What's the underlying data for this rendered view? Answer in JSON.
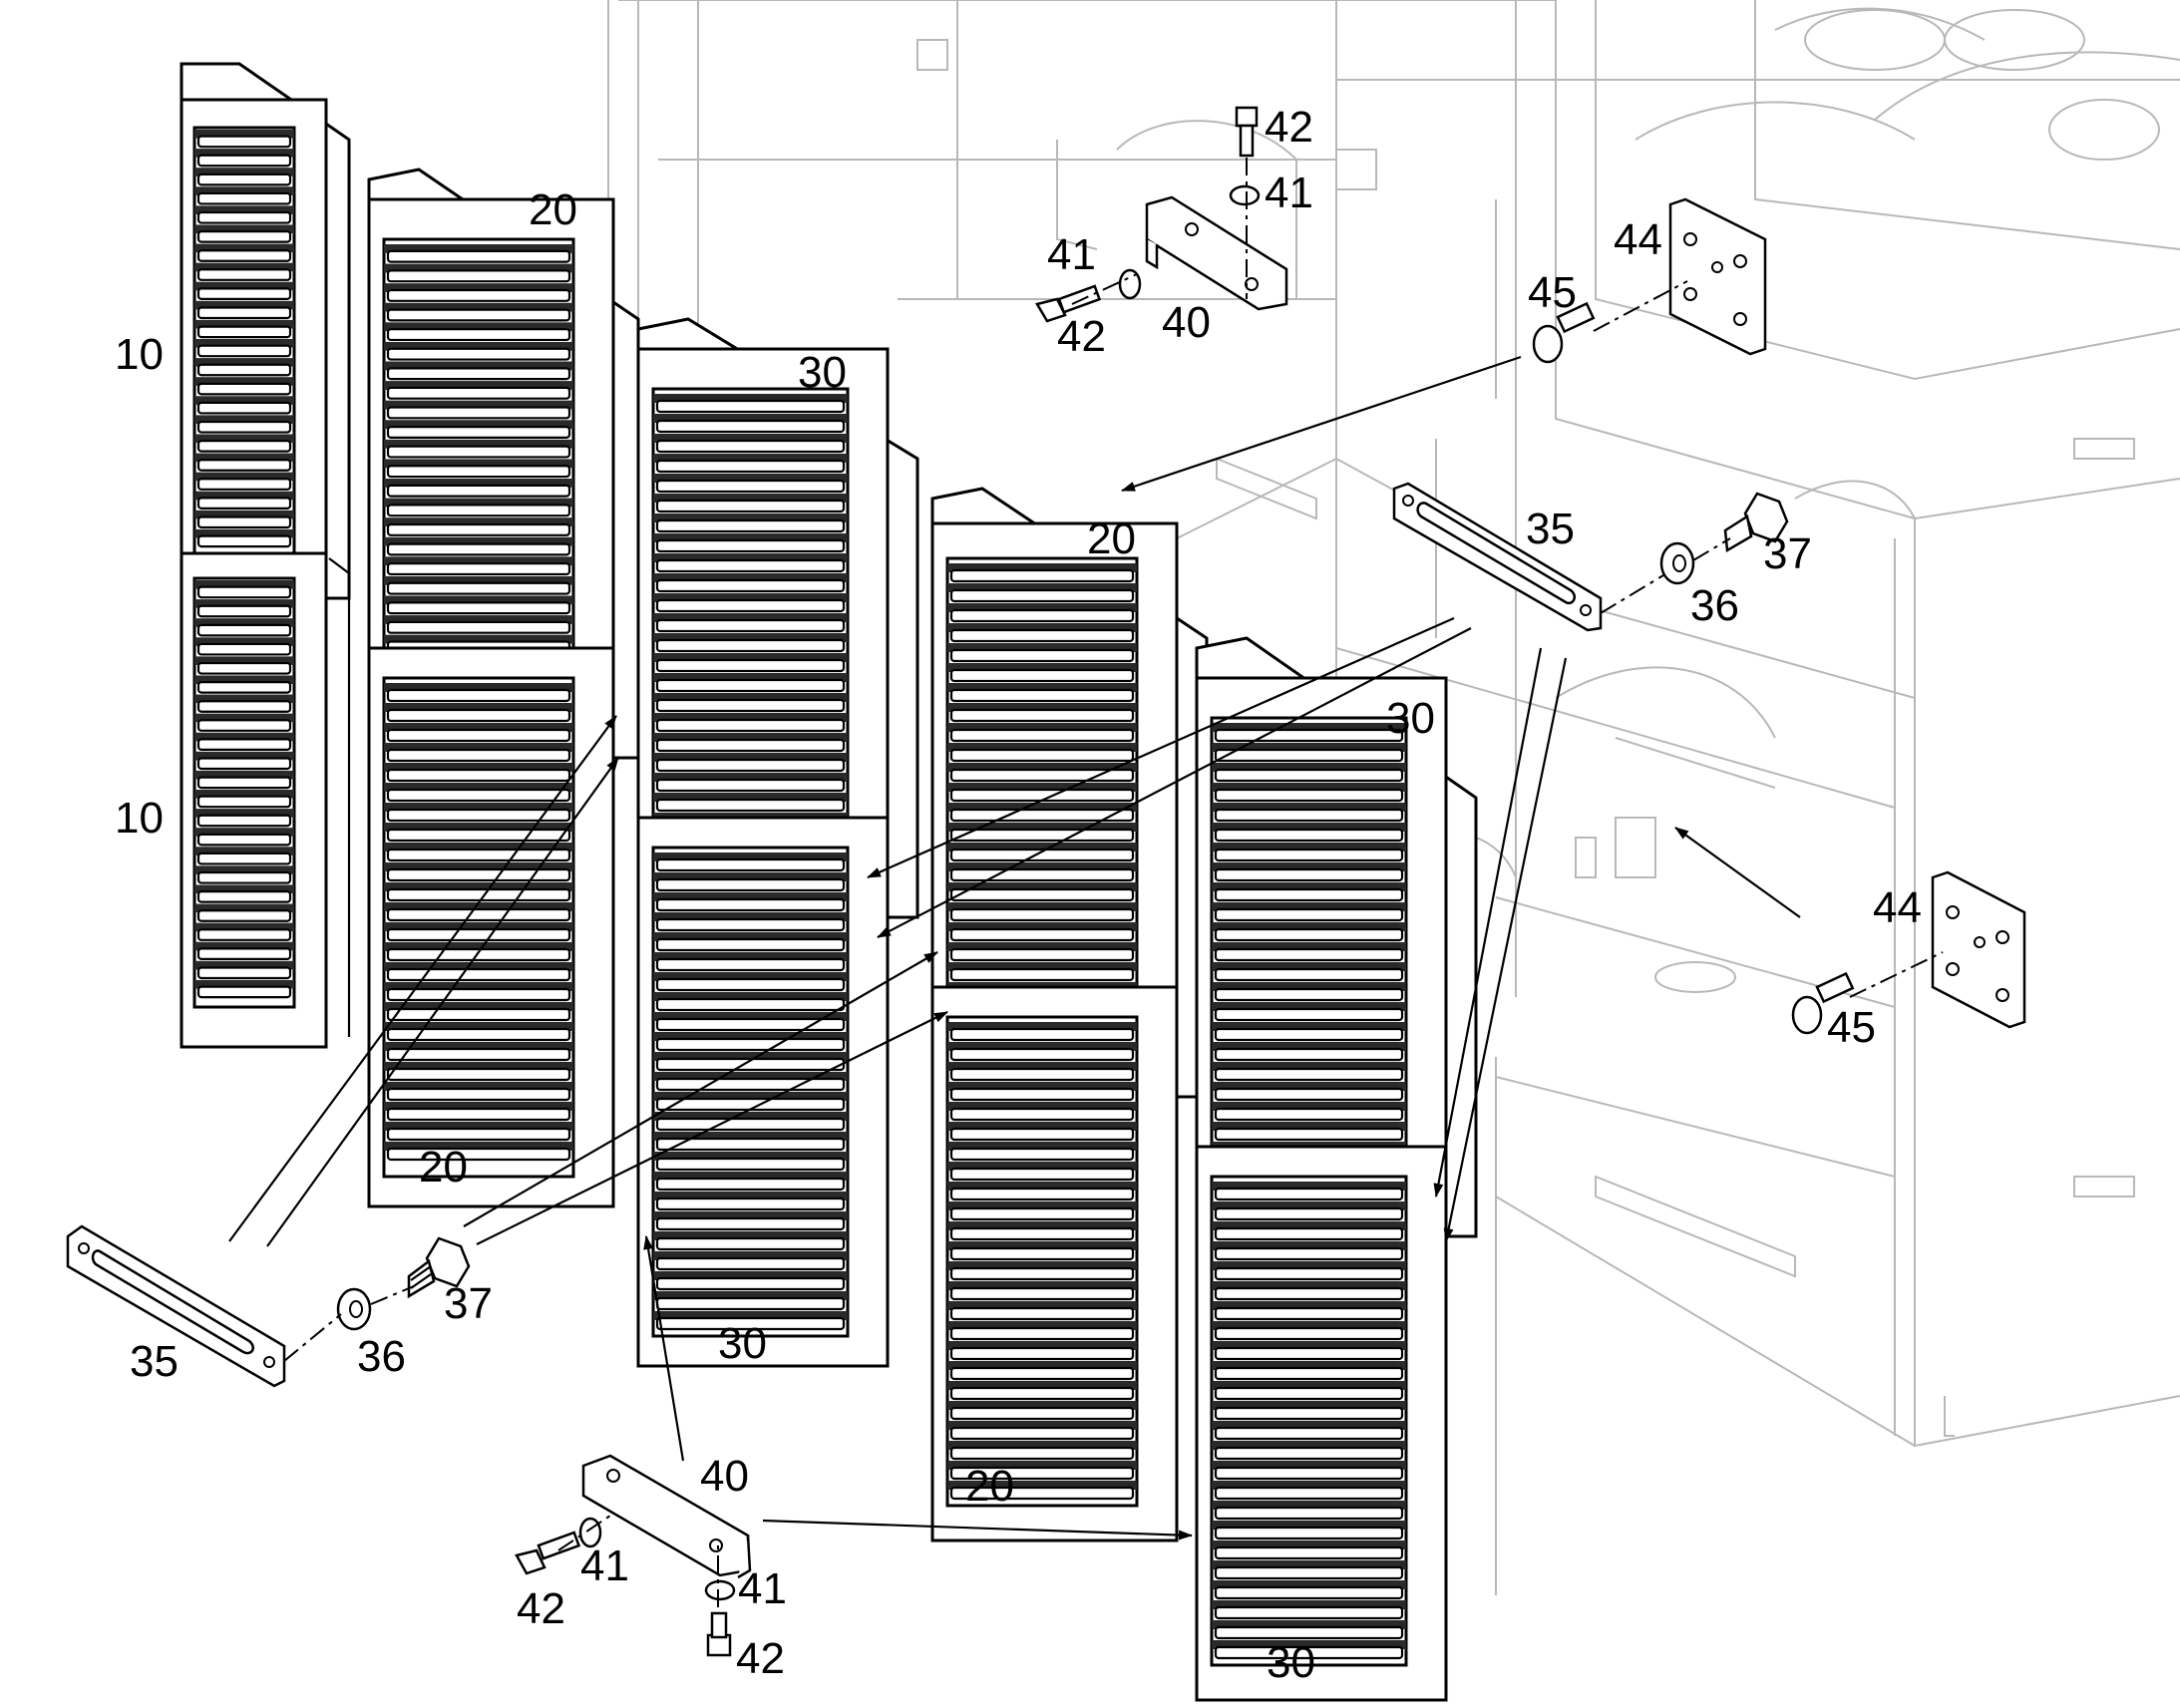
{
  "callouts": {
    "c10a": "10",
    "c10b": "10",
    "c20a": "20",
    "c20b": "20",
    "c20c": "20",
    "c20d": "20",
    "c30a": "30",
    "c30b": "30",
    "c30c": "30",
    "c30d": "30",
    "c35a": "35",
    "c35b": "35",
    "c36a": "36",
    "c36b": "36",
    "c37a": "37",
    "c37b": "37",
    "c40a": "40",
    "c40b": "40",
    "c41a": "41",
    "c41b": "41",
    "c41c": "41",
    "c41d": "41",
    "c42a": "42",
    "c42b": "42",
    "c42c": "42",
    "c42d": "42",
    "c44a": "44",
    "c44b": "44",
    "c45a": "45",
    "c45b": "45"
  }
}
